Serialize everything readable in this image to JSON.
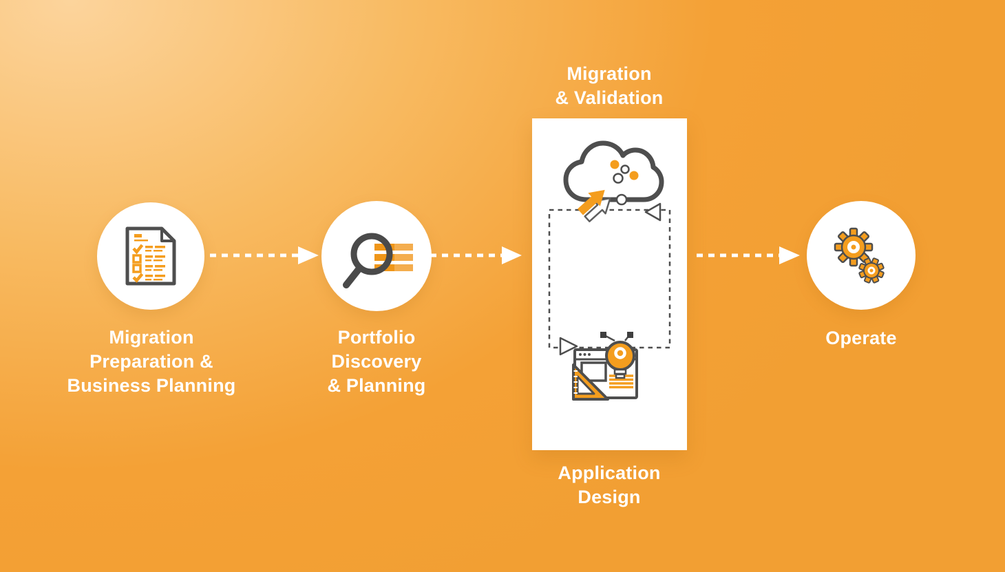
{
  "process": {
    "steps": [
      {
        "name": "migration-preparation",
        "lines": [
          "Migration",
          "Preparation &",
          "Business Planning"
        ]
      },
      {
        "name": "portfolio-discovery",
        "lines": [
          "Portfolio",
          "Discovery",
          "& Planning"
        ]
      },
      {
        "name": "migration-validation",
        "lines": [
          "Migration",
          "& Validation"
        ]
      },
      {
        "name": "application-design",
        "lines": [
          "Application",
          "Design"
        ]
      },
      {
        "name": "operate",
        "lines": [
          "Operate"
        ]
      }
    ]
  },
  "colors": {
    "background_orange": "#f4a136",
    "background_highlight": "#fcd49c",
    "accent_orange": "#f49d1e",
    "accent_orange_light": "#f4ad4e",
    "outline_gray": "#4e4e4e",
    "panel_white": "#ffffff",
    "text_white": "#ffffff"
  },
  "icons": {
    "step_1": "checklist-document-icon",
    "step_2": "magnifier-list-icon",
    "step_3_top": "cloud-migration-icon",
    "step_3_bottom": "app-design-icon",
    "step_4": "gears-icon",
    "connector": "dashed-arrow-right-icon",
    "iteration": "dashed-iteration-loop"
  }
}
